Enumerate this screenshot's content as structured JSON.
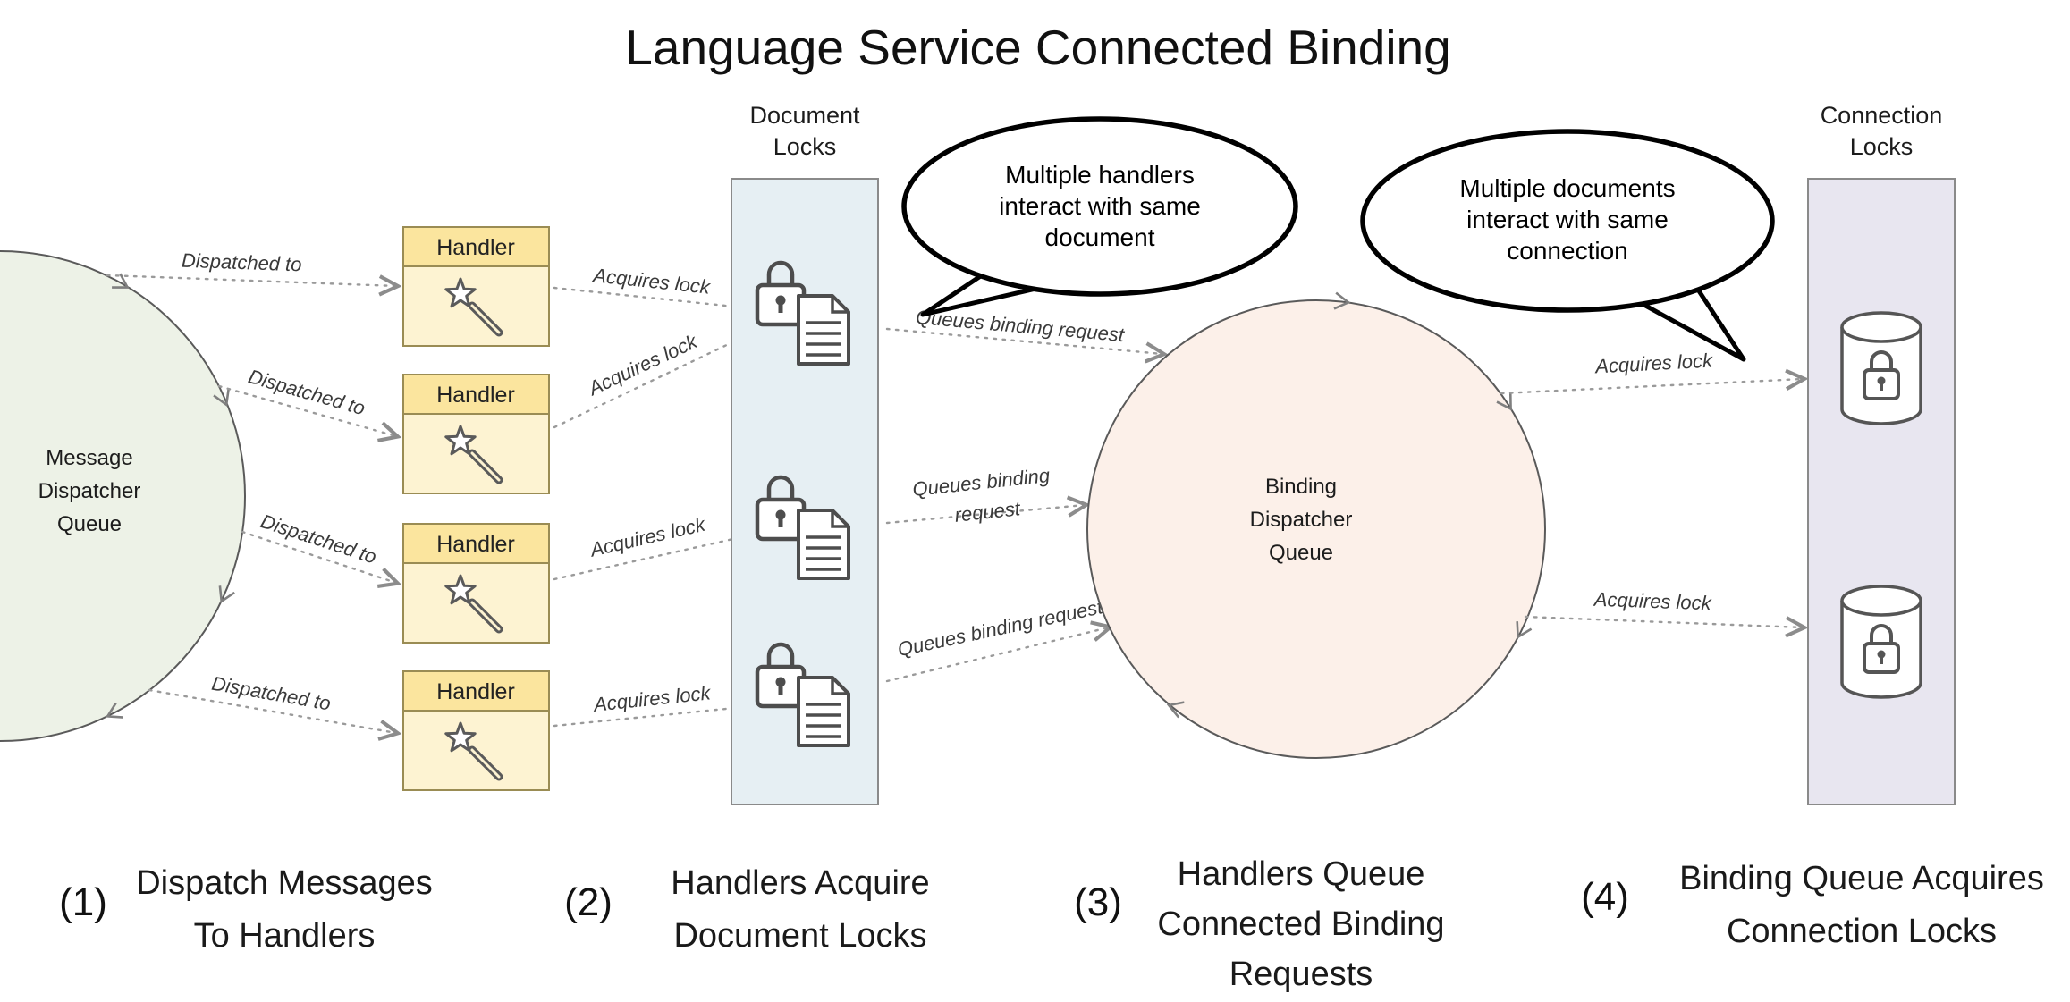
{
  "title": "Language Service Connected Binding",
  "message_queue": {
    "line1": "Message",
    "line2": "Dispatcher",
    "line3": "Queue"
  },
  "handler": {
    "label": "Handler"
  },
  "document_locks": {
    "line1": "Document",
    "line2": "Locks"
  },
  "connection_locks": {
    "line1": "Connection",
    "line2": "Locks"
  },
  "binding_queue": {
    "line1": "Binding",
    "line2": "Dispatcher",
    "line3": "Queue"
  },
  "bubble1": {
    "line1": "Multiple handlers",
    "line2": "interact with same",
    "line3": "document"
  },
  "bubble2": {
    "line1": "Multiple documents",
    "line2": "interact with same",
    "line3": "connection"
  },
  "edges": {
    "dispatched_to": "Dispatched to",
    "acquires_lock": "Acquires lock",
    "queues_binding_request": "Queues binding request",
    "queues_binding_line1": "Queues binding",
    "queues_binding_line2": "request"
  },
  "steps": {
    "s1": {
      "num": "(1)",
      "line1": "Dispatch Messages",
      "line2": "To Handlers"
    },
    "s2": {
      "num": "(2)",
      "line1": "Handlers Acquire",
      "line2": "Document Locks"
    },
    "s3": {
      "num": "(3)",
      "line1": "Handlers Queue",
      "line2": "Connected Binding",
      "line3": "Requests"
    },
    "s4": {
      "num": "(4)",
      "line1": "Binding Queue Acquires",
      "line2": "Connection Locks"
    }
  },
  "colors": {
    "message_queue_fill": "#edf2e7",
    "binding_queue_fill": "#fcf0e9",
    "handler_header": "#fbe59e",
    "handler_body": "#fdf3d2",
    "document_locks_fill": "#e6eff3",
    "connection_locks_fill": "#e8e6f0"
  }
}
